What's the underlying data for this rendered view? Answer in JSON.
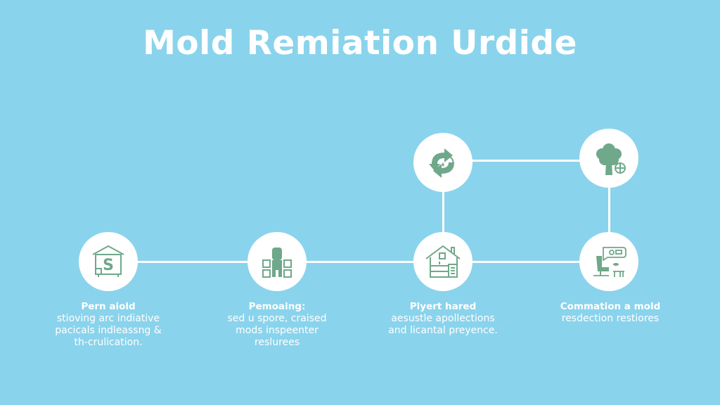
{
  "title": "Mold Remiation Urdide",
  "colors": {
    "background": "#8AD3EC",
    "node_fill": "#FFFFFF",
    "icon": "#6FA88A",
    "connector": "#FFFFFF",
    "text": "#FFFFFF"
  },
  "steps": [
    {
      "icon": "house-dollar-icon",
      "heading": "Pern aiold",
      "lines": [
        "stioving arc indiative",
        "pacicals indleassng &",
        "th-crulication."
      ]
    },
    {
      "icon": "person-panels-icon",
      "heading": "Pemoaing:",
      "lines": [
        "sed u spore, craised",
        "mods inspeenter",
        "reslurees"
      ]
    },
    {
      "icon": "house-interior-icon",
      "heading": "Plyert hared",
      "lines": [
        "aesustle apollections",
        "and licantal preyence."
      ]
    },
    {
      "icon": "workstation-chat-icon",
      "heading": "Commation a mold",
      "lines": [
        "resdection restiores"
      ]
    }
  ],
  "upper_nodes": [
    {
      "icon": "recycle-arrows-icon"
    },
    {
      "icon": "tree-icon"
    }
  ]
}
